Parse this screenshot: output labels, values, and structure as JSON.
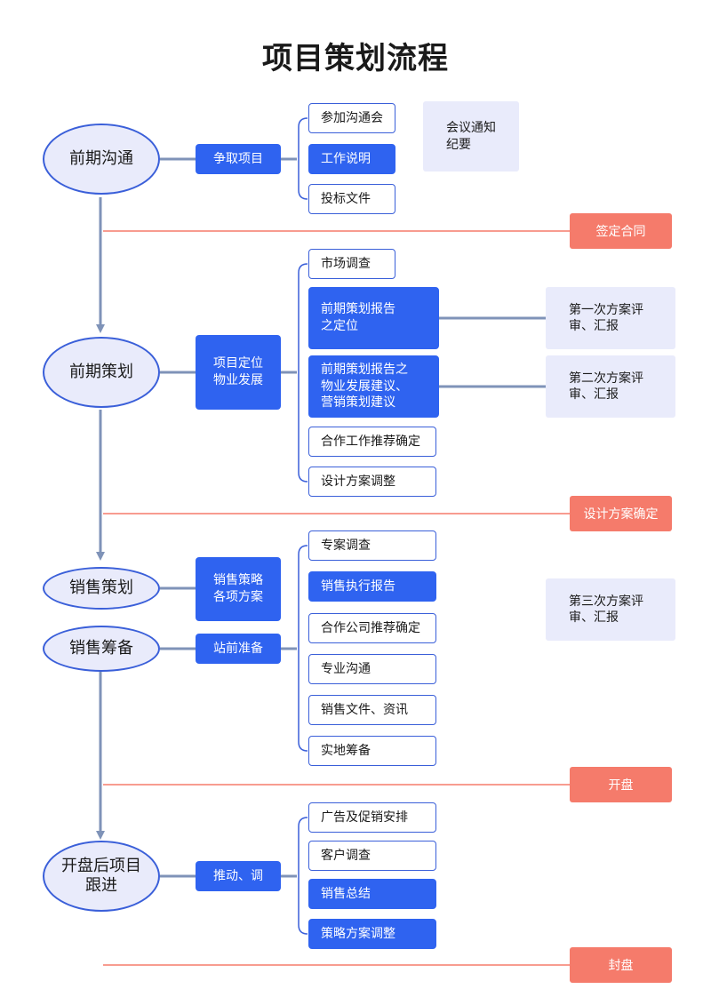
{
  "title": "项目策划流程",
  "colors": {
    "accent": "#2f63f0",
    "outline": "#3a5fd9",
    "phase_fill": "#e9ebfb",
    "connector": "#7f93b8",
    "milestone": "#f57b6b"
  },
  "phases": {
    "p1": "前期沟通",
    "p2": "前期策划",
    "p3": "销售策划",
    "p4": "销售筹备",
    "p5": "开盘后项目\n跟进"
  },
  "activities": {
    "a1": "争取项目",
    "a2": "项目定位\n物业发展",
    "a3": "销售策略\n各项方案",
    "a4": "站前准备",
    "a5": "推动、调"
  },
  "tasks": {
    "g1": [
      "参加沟通会",
      "工作说明",
      "投标文件"
    ],
    "g2": [
      "市场调查",
      "前期策划报告\n之定位",
      "前期策划报告之\n物业发展建议、\n营销策划建议",
      "合作工作推荐确定",
      "设计方案调整"
    ],
    "g3": [
      "专案调查",
      "销售执行报告",
      "合作公司推荐确定",
      "专业沟通",
      "销售文件、资讯",
      "实地筹备"
    ],
    "g4": [
      "广告及促销安排",
      "客户调查",
      "销售总结",
      "策略方案调整"
    ]
  },
  "notes": {
    "n1": "会议通知\n纪要",
    "n2": "第一次方案评\n审、汇报",
    "n3": "第二次方案评\n审、汇报",
    "n4": "第三次方案评\n审、汇报"
  },
  "milestones": {
    "m1": "签定合同",
    "m2": "设计方案确定",
    "m3": "开盘",
    "m4": "封盘"
  }
}
